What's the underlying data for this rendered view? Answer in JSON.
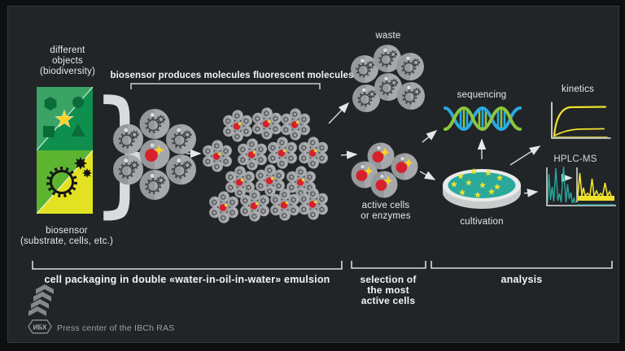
{
  "palette": {
    "background": "#212528",
    "cell_gray": "#96989b",
    "red": "#d6202b",
    "yellow": "#ffd21e",
    "square_green_light": "#3aa466",
    "square_green_dark": "#0f8f4e",
    "square_lime": "#5cb430",
    "square_yellow": "#e3e222",
    "dna_cyan": "#29abe2",
    "dna_green": "#8dc63f",
    "teal": "#2ba89c",
    "plot_yellow": "#f0e32c",
    "text": "#e9eaea"
  },
  "input": {
    "top_label": "different\nobjects\n(biodiversity)",
    "bottom_label": "biosensor\n(substrate, cells, etc.)"
  },
  "process_header": {
    "label": "biosensor produces molecules fluorescent molecules"
  },
  "nodes": {
    "initial_mix": {
      "droplet_count": 7
    },
    "emulsion": {
      "droplet_count": 14
    },
    "waste": {
      "label": "waste",
      "cell_count": 6
    },
    "active_cells": {
      "label": "active cells\nor enzymes",
      "cell_count": 4
    },
    "sequencing": {
      "label": "sequencing"
    },
    "cultivation": {
      "label": "cultivation",
      "colony_count": 11
    },
    "kinetics": {
      "label": "kinetics"
    },
    "hplc": {
      "label": "HPLC-MS"
    }
  },
  "sections": [
    {
      "label": "cell packaging in double «water-in-oil-in-water» emulsion"
    },
    {
      "label": "selection of\nthe most\nactive cells"
    },
    {
      "label": "analysis"
    }
  ],
  "footer": {
    "logo_badge": "ИБХ",
    "credit": "Press center of the IBCh RAS"
  },
  "icons": {
    "gear_cell": "gear-cell-icon",
    "fluorescent_cell": "fluorescent-cell-icon",
    "dna": "dna-icon",
    "petri_dish": "petri-dish-icon",
    "kinetics_plot": "kinetics-plot-icon",
    "chromatogram": "chromatogram-icon",
    "mass_spectrum": "mass-spectrum-icon",
    "brace": "brace-icon",
    "logo": "ibch-logo"
  }
}
